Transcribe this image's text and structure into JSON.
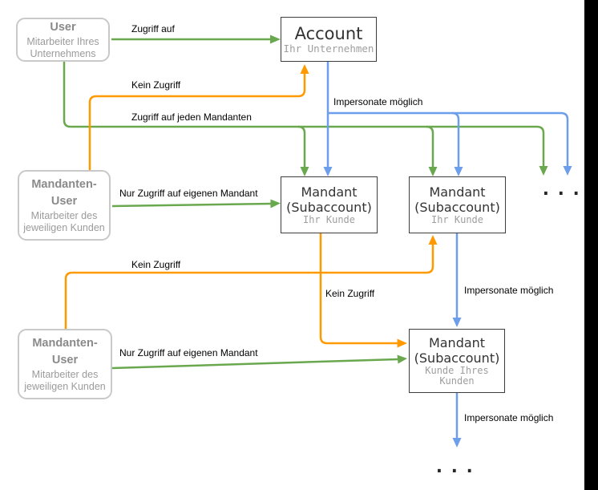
{
  "diagram_title": "Account / Mandant access and impersonation diagram",
  "colors": {
    "access_green": "#6aa84f",
    "no_access_orange": "#ff9900",
    "impersonate_blue": "#6d9eeb",
    "rect_border_dark": "#3d3d3d",
    "rounded_border_light": "#c9c9c9",
    "rounded_title_gray": "#8a8a8a",
    "subtitle_gray": "#9e9e9e",
    "label_black": "#000000"
  },
  "nodes": {
    "user": {
      "title": "User",
      "subtitle_lines": [
        "Mitarbeiter Ihres",
        "Unternehmens"
      ]
    },
    "account": {
      "title": "Account",
      "subtitle": "Ihr Unternehmen"
    },
    "mandanten_user_mid": {
      "title_lines": [
        "Mandanten-",
        "User"
      ],
      "subtitle_lines": [
        "Mitarbeiter des",
        "jeweiligen Kunden"
      ]
    },
    "mandant_sub_1": {
      "title_lines": [
        "Mandant",
        "(Subaccount)"
      ],
      "subtitle": "Ihr Kunde"
    },
    "mandant_sub_2": {
      "title_lines": [
        "Mandant",
        "(Subaccount)"
      ],
      "subtitle": "Ihr Kunde"
    },
    "mandanten_user_bottom": {
      "title_lines": [
        "Mandanten-",
        "User"
      ],
      "subtitle_lines": [
        "Mitarbeiter des",
        "jeweiligen Kunden"
      ]
    },
    "mandant_sub_3": {
      "title_lines": [
        "Mandant",
        "(Subaccount)"
      ],
      "subtitle_lines": [
        "Kunde Ihres",
        "Kunden"
      ]
    }
  },
  "edge_labels": {
    "zugriff_auf": "Zugriff auf",
    "kein_zugriff_top": "Kein Zugriff",
    "impersonate_top": "Impersonate möglich",
    "zugriff_jeden_mandanten": "Zugriff auf jeden Mandanten",
    "nur_zugriff_mid": "Nur Zugriff auf eigenen Mandant",
    "kein_zugriff_mid": "Kein Zugriff",
    "kein_zugriff_low": "Kein Zugriff",
    "impersonate_mid": "Impersonate möglich",
    "nur_zugriff_bottom": "Nur Zugriff auf eigenen Mandant",
    "impersonate_bottom": "Impersonate möglich"
  },
  "more_indicators": {
    "top_right": "...",
    "bottom_center": "..."
  }
}
